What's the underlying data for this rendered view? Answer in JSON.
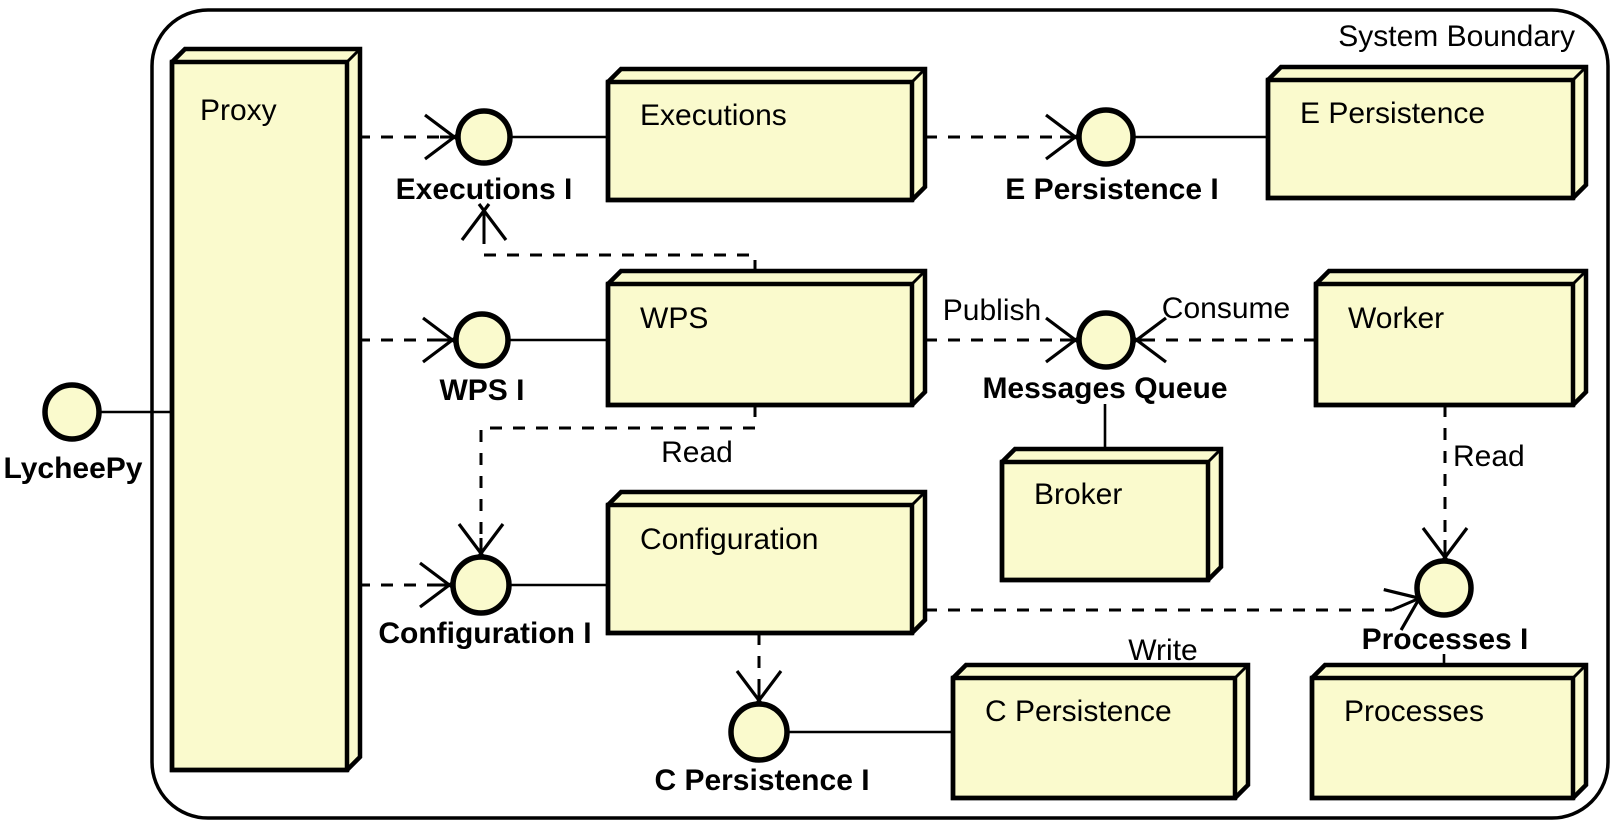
{
  "diagram": {
    "kind": "uml-component-diagram",
    "boundary_label": "System Boundary"
  },
  "colors": {
    "node_fill": "#FAFACD",
    "stroke": "#000000",
    "background": "#FFFFFF"
  },
  "components": {
    "proxy": {
      "label": "Proxy"
    },
    "executions": {
      "label": "Executions"
    },
    "e_persistence": {
      "label": "E Persistence"
    },
    "wps": {
      "label": "WPS"
    },
    "worker": {
      "label": "Worker"
    },
    "broker": {
      "label": "Broker"
    },
    "configuration": {
      "label": "Configuration"
    },
    "c_persistence": {
      "label": "C Persistence"
    },
    "processes": {
      "label": "Processes"
    }
  },
  "interfaces": {
    "lycheepy": {
      "label": "LycheePy"
    },
    "executions_i": {
      "label": "Executions I"
    },
    "e_persistence_i": {
      "label": "E Persistence I"
    },
    "wps_i": {
      "label": "WPS I"
    },
    "messages_queue": {
      "label": "Messages Queue"
    },
    "configuration_i": {
      "label": "Configuration I"
    },
    "c_persistence_i": {
      "label": "C Persistence I"
    },
    "processes_i": {
      "label": "Processes I"
    }
  },
  "edge_labels": {
    "publish": "Publish",
    "consume": "Consume",
    "read_wps": "Read",
    "read_worker": "Read",
    "write": "Write"
  }
}
